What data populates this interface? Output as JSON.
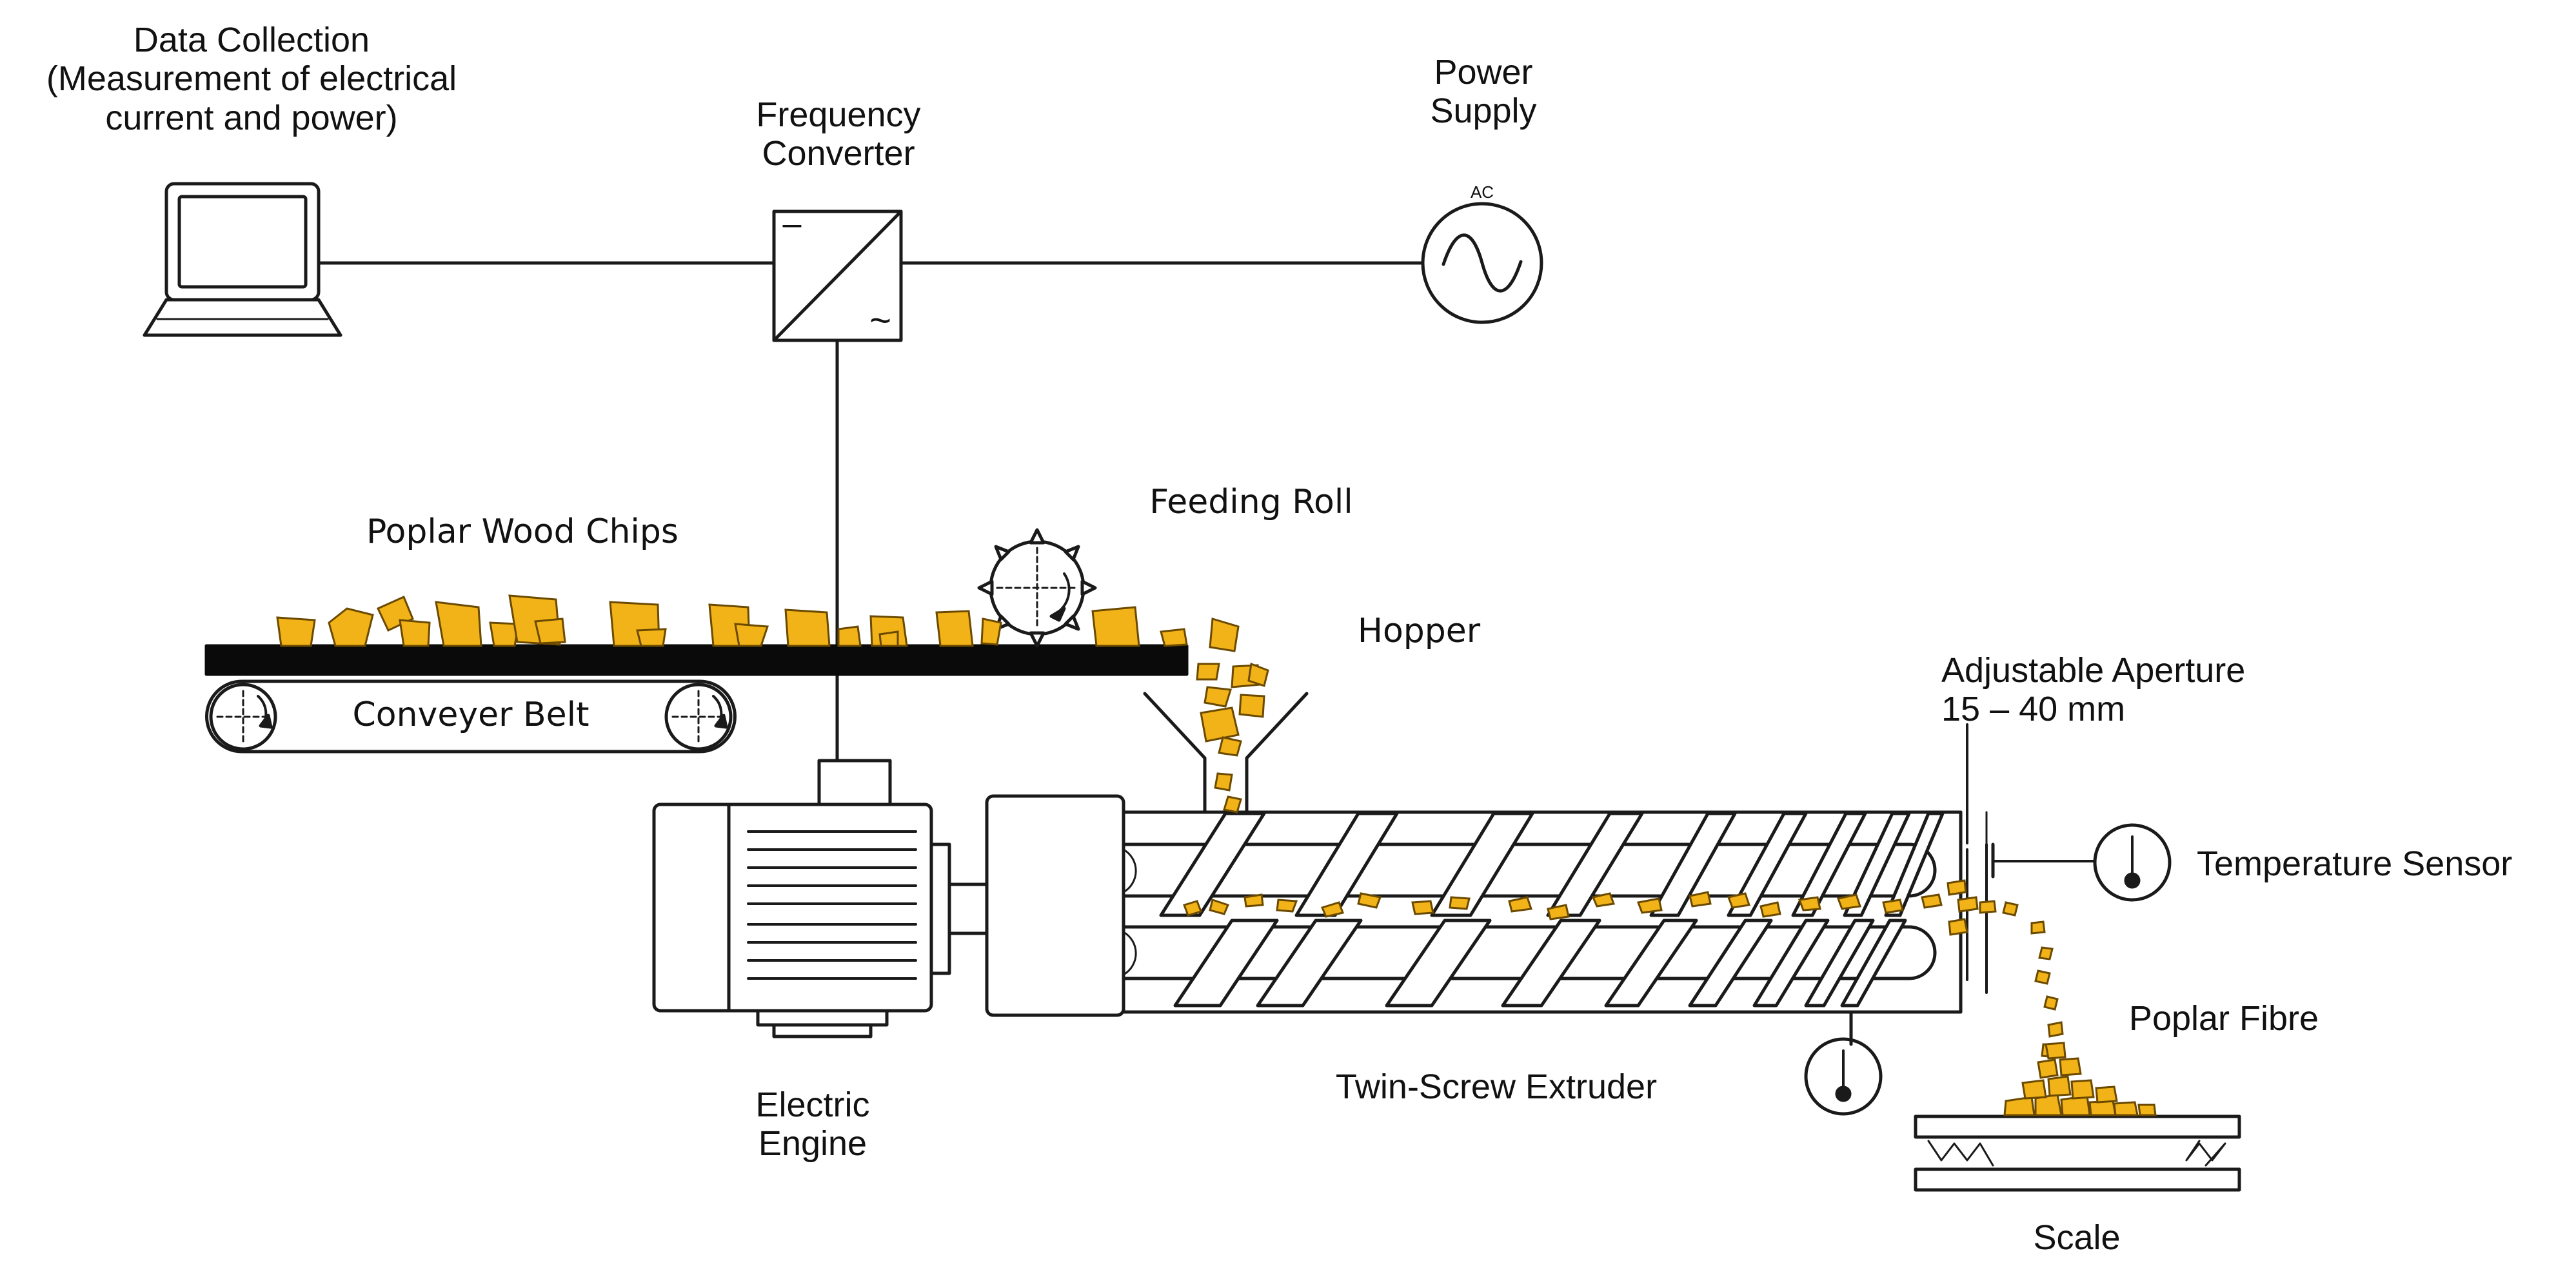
{
  "labels": {
    "data_collection": {
      "line1": "Data Collection",
      "line2": "(Measurement of electrical",
      "line3": "current and power)"
    },
    "frequency_converter": {
      "line1": "Frequency",
      "line2": "Converter"
    },
    "power_supply": {
      "line1": "Power",
      "line2": "Supply",
      "ac_symbol": "AC"
    },
    "poplar_wood_chips": "Poplar Wood Chips",
    "feeding_roll": "Feeding Roll",
    "hopper": "Hopper",
    "conveyer_belt": "Conveyer Belt",
    "adjustable_aperture": {
      "line1": "Adjustable Aperture",
      "line2": "15 – 40 mm"
    },
    "temperature_sensor": "Temperature Sensor",
    "poplar_fibre": "Poplar Fibre",
    "electric_engine": {
      "line1": "Electric",
      "line2": "Engine"
    },
    "twin_screw_extruder": "Twin-Screw Extruder",
    "scale": "Scale"
  },
  "converter_symbols": {
    "dc": "–",
    "ac": "~"
  },
  "colors": {
    "line": "#1a1a1a",
    "chip_fill": "#f2b318",
    "chip_stroke": "#6b4a00",
    "belt": "#0a0a0a",
    "background": "#ffffff"
  },
  "icons": [
    "computer-icon",
    "ac-source-icon",
    "converter-icon",
    "feeding-roll-icon",
    "temperature-gauge-icon"
  ]
}
